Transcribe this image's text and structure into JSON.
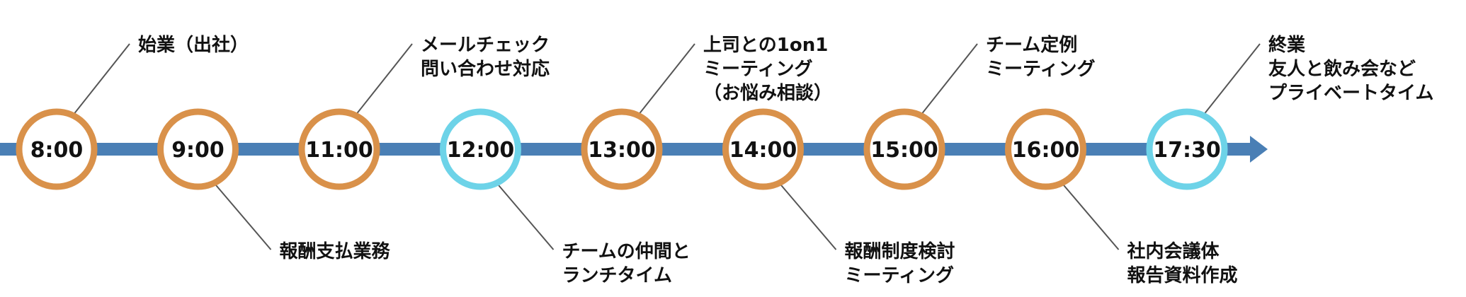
{
  "colors": {
    "axis": "#4a7fb5",
    "node_default_ring": "#d9914a",
    "node_highlight_ring": "#6dd3e8",
    "node_fill": "#ffffff",
    "connector": "#555555",
    "text": "#111111"
  },
  "nodes": [
    {
      "time": "8:00",
      "highlight": false,
      "annotation_position": "above",
      "annotation": [
        "始業（出社）"
      ]
    },
    {
      "time": "9:00",
      "highlight": false,
      "annotation_position": "below",
      "annotation": [
        "報酬支払業務"
      ]
    },
    {
      "time": "11:00",
      "highlight": false,
      "annotation_position": "above",
      "annotation": [
        "メールチェック",
        "問い合わせ対応"
      ]
    },
    {
      "time": "12:00",
      "highlight": true,
      "annotation_position": "below",
      "annotation": [
        "チームの仲間と",
        "ランチタイム"
      ]
    },
    {
      "time": "13:00",
      "highlight": false,
      "annotation_position": "above",
      "annotation": [
        "上司との1on1",
        "ミーティング",
        "（お悩み相談）"
      ]
    },
    {
      "time": "14:00",
      "highlight": false,
      "annotation_position": "below",
      "annotation": [
        "報酬制度検討",
        "ミーティング"
      ]
    },
    {
      "time": "15:00",
      "highlight": false,
      "annotation_position": "above",
      "annotation": [
        "チーム定例",
        "ミーティング"
      ]
    },
    {
      "time": "16:00",
      "highlight": false,
      "annotation_position": "below",
      "annotation": [
        "社内会議体",
        "報告資料作成"
      ]
    },
    {
      "time": "17:30",
      "highlight": true,
      "annotation_position": "above",
      "annotation": [
        "終業",
        "友人と飲み会など",
        "プライベートタイム"
      ]
    }
  ]
}
